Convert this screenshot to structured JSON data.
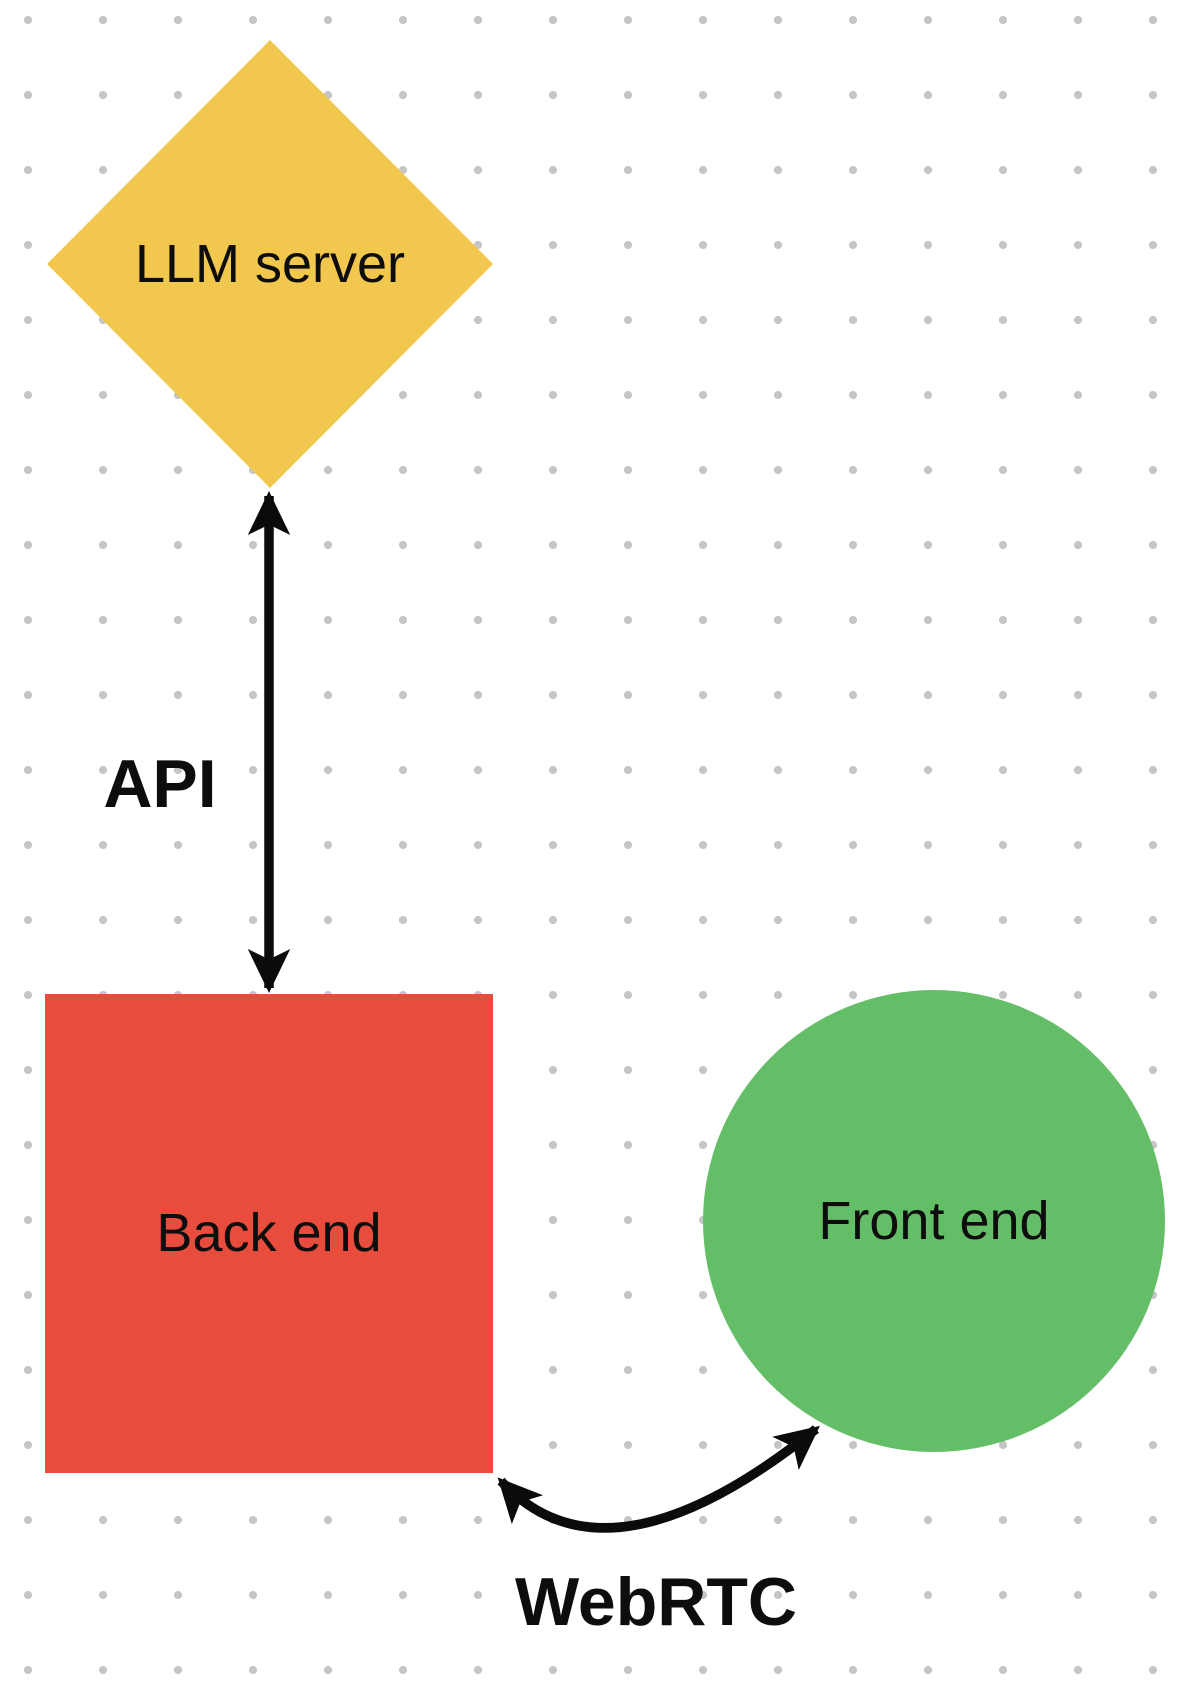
{
  "canvas": {
    "type": "dot-grid-whiteboard",
    "dot_color": "#c5c5c5",
    "background_color": "#ffffff"
  },
  "nodes": {
    "llm": {
      "label": "LLM server",
      "shape": "diamond",
      "color": "#f1c74d"
    },
    "backend": {
      "label": "Back end",
      "shape": "square",
      "color": "#e84c3c"
    },
    "frontend": {
      "label": "Front end",
      "shape": "circle",
      "color": "#64be67"
    }
  },
  "connectors": {
    "api": {
      "label": "API",
      "style": "straight-double-arrow",
      "color": "#0b0b0b"
    },
    "webrtc": {
      "label": "WebRTC",
      "style": "curved-double-arrow",
      "color": "#0b0b0b"
    }
  }
}
